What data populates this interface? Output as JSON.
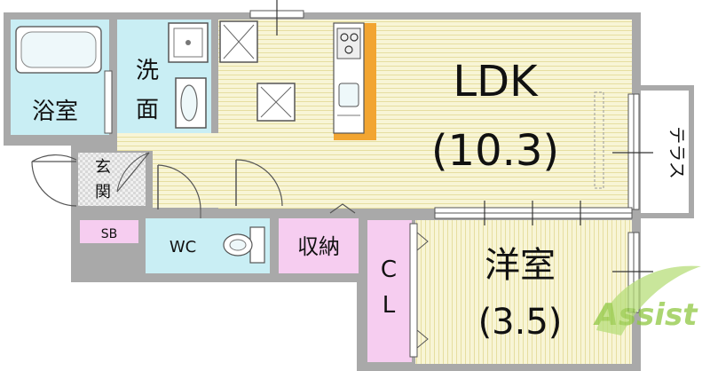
{
  "rooms": {
    "ldk": {
      "name": "LDK",
      "size": "(10.3)"
    },
    "bedroom": {
      "name": "洋室",
      "size": "(3.5)"
    },
    "bath": {
      "name": "浴室"
    },
    "washroom": {
      "name_line1": "洗",
      "name_line2": "面"
    },
    "entrance": {
      "name_line1": "玄",
      "name_line2": "関"
    },
    "shoe_box": {
      "name": "SB"
    },
    "toilet": {
      "name": "WC"
    },
    "storage": {
      "name": "収納"
    },
    "closet": {
      "name_line1": "C",
      "name_line2": "L"
    },
    "terrace": {
      "name": "テラス"
    }
  },
  "watermark": {
    "text": "Assist"
  },
  "colors": {
    "wall": "#a9a9a9",
    "ldk_floor": "#f7f3cf",
    "wet_area": "#c9eef4",
    "storage": "#f6cdf0",
    "kitchen_counter": "#f2a531",
    "watermark": "#9bd24a"
  }
}
